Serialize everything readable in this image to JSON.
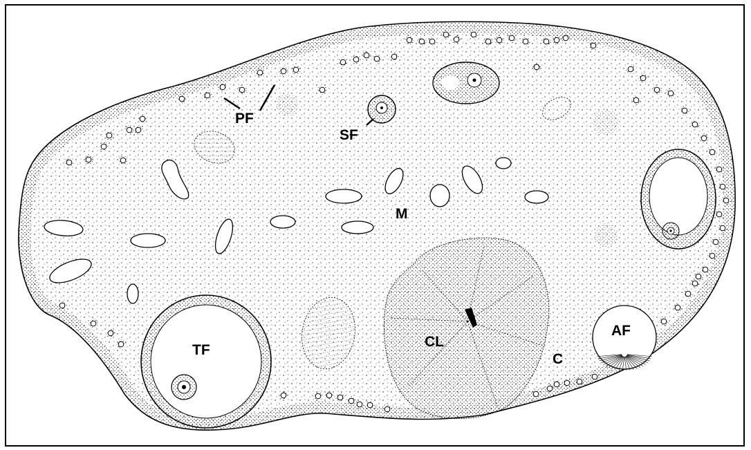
{
  "labels": {
    "pf": "PF",
    "sf": "SF",
    "m": "M",
    "tf": "TF",
    "cl": "CL",
    "c": "C",
    "af": "AF"
  },
  "colors": {
    "ink": "#000000",
    "paper": "#ffffff"
  }
}
